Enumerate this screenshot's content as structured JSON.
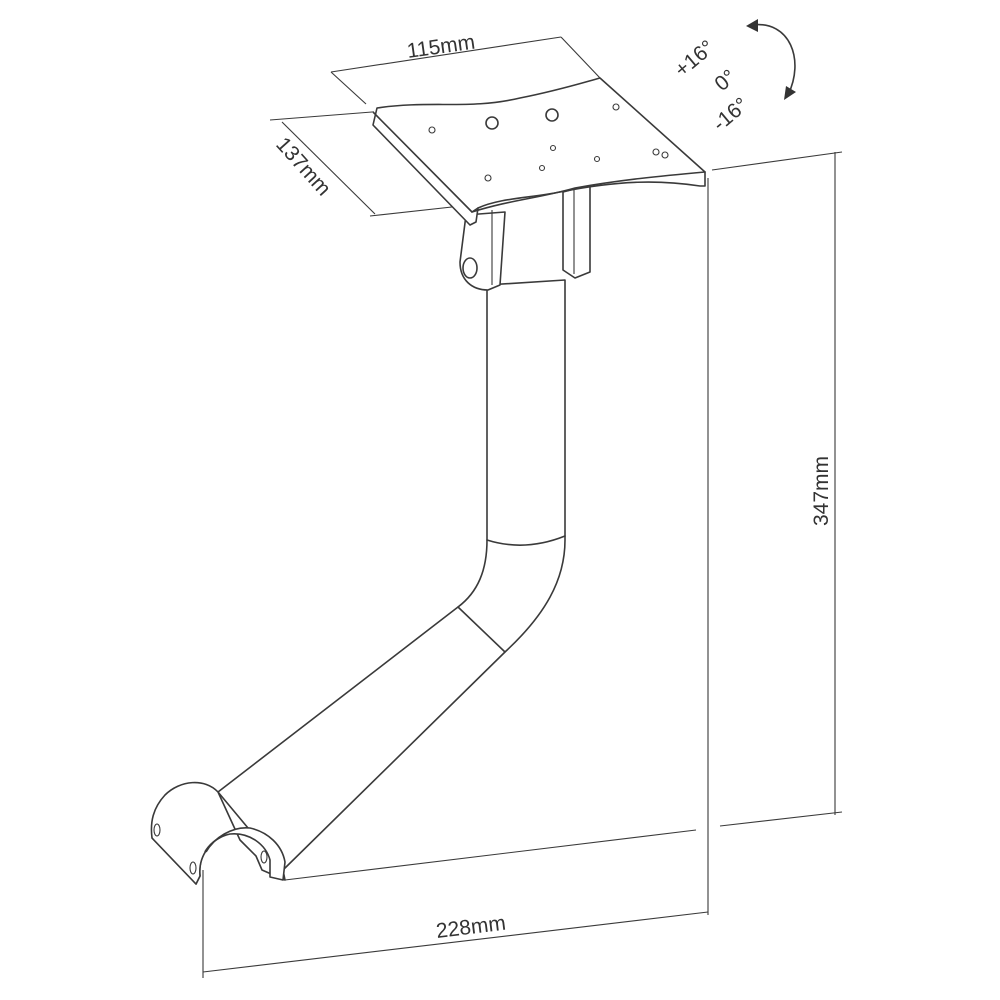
{
  "diagram": {
    "dimensions": {
      "plate_width": "115mm",
      "plate_depth": "137mm",
      "height": "347mm",
      "reach": "228mm"
    },
    "tilt": {
      "plus": "+16°",
      "zero": "0°",
      "minus": "-16°"
    }
  }
}
